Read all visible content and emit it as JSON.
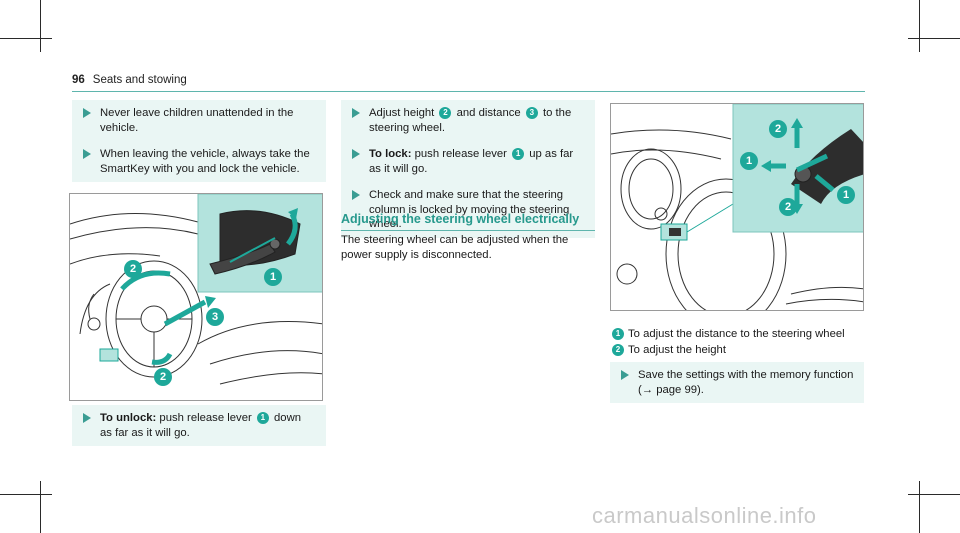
{
  "header": {
    "page_number": "96",
    "section": "Seats and stowing"
  },
  "left_column": {
    "bullets": [
      {
        "text": "Never leave children unattended in the vehicle."
      },
      {
        "text": "When leaving the vehicle, always take the SmartKey with you and lock the vehicle."
      }
    ],
    "figure_callouts": [
      "2",
      "3",
      "1",
      "2"
    ],
    "unlock": {
      "label": "To unlock:",
      "text_before": "push release lever",
      "badge": "1",
      "text_after": "down as far as it will go."
    }
  },
  "middle_column": {
    "step_adjust": {
      "text_a": "Adjust height",
      "badge_a": "2",
      "text_b": "and distance",
      "badge_b": "3",
      "text_c": "to the steering wheel."
    },
    "step_lock": {
      "label": "To lock:",
      "text_before": "push release lever",
      "badge": "1",
      "text_after": "up as far as it will go."
    },
    "step_check": {
      "text": "Check and make sure that the steering column is locked by moving the steering wheel."
    },
    "section_title": "Adjusting the steering wheel electrically",
    "section_body": "The steering wheel can be adjusted when the power supply is disconnected."
  },
  "right_column": {
    "figure_callouts": [
      "2",
      "1",
      "1",
      "2"
    ],
    "legend": [
      {
        "badge": "1",
        "text": "To adjust the distance to the steering wheel"
      },
      {
        "badge": "2",
        "text": "To adjust the height"
      }
    ],
    "save_step": {
      "text": "Save the settings with the memory function",
      "ref": "(→ page 99)."
    }
  },
  "watermark": "carmanualsonline.info",
  "colors": {
    "accent": "#1ea89a",
    "bullet_bg": "#eaf6f4",
    "inset": "#b3e3dd",
    "rule": "#5fb5ad"
  }
}
